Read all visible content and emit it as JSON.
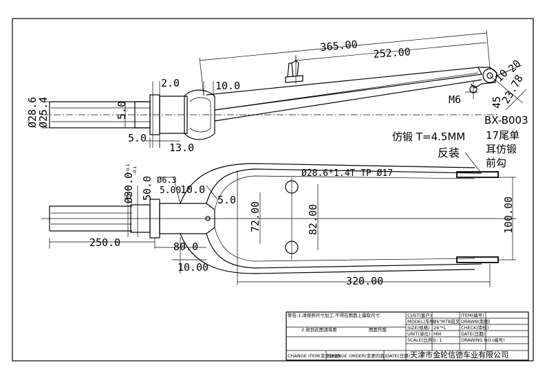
{
  "dimensions": {
    "d365": "365.00",
    "d252": "252.00",
    "d20": "20",
    "d10_a": "10",
    "d23_78": "23.78",
    "d45": "45",
    "d2": "2.0",
    "d10_0a": "10.0",
    "d28_6": "Ø28.6",
    "d25_4": "Ø25.4",
    "d5_0a": "5.0",
    "d5_0b": "5.0",
    "d13": "13.0",
    "m6": "M6",
    "d30": "Ø30.0",
    "d30_tol_up": "+0.1",
    "d30_tol_low": "-0.1",
    "d6_3": "Ø6.3",
    "d50": "50.0",
    "d5_00": "5.00",
    "d10_0b": "10.0",
    "d5_0c": "5.0",
    "d250": "250.0",
    "d80": "80.0",
    "d10_00": "10.00",
    "d72": "72.00",
    "d82": "82.00",
    "d320": "320.00",
    "d100": "100.00",
    "tube_spec": "Ø28.6*1.4T TP Ø17"
  },
  "labels": {
    "part_no": "BX-B003",
    "forging": "仿锻 T=4.5MM",
    "dropout_1": "17尾单",
    "dropout_2": "耳仿锻",
    "dropout_3": "前勾",
    "assembly": "反装"
  },
  "title_block": {
    "note_1": "警告:1.请按照尺寸加工,不得在图面上量取尺寸.",
    "note_2": "2.收到此图请将原",
    "note_3": "图面作废.",
    "cust": "CUST(客户)",
    "item": "ITEM(编号)",
    "model": "MODEL(车种)",
    "model_val": "26\"MTB前叉",
    "drawn": "DRAWN(制图)",
    "size": "SIZE(规格)",
    "size_val": "26\"*L",
    "check": "CHECK(审核)",
    "unit": "UNIT(单位)",
    "unit_val": "MM",
    "date": "DATE(日期)",
    "scale": "SCALE(比例)",
    "scale_val": "1: 1",
    "drawing_no": "DRAWING NO.(编号)",
    "change_item": "CHANGE ITEM(变更标记)",
    "change_order": "CHANGE ORDER(变更内容)",
    "change_date": "DATE(日期)",
    "company": "天津市金轮信德车业有限公司"
  }
}
